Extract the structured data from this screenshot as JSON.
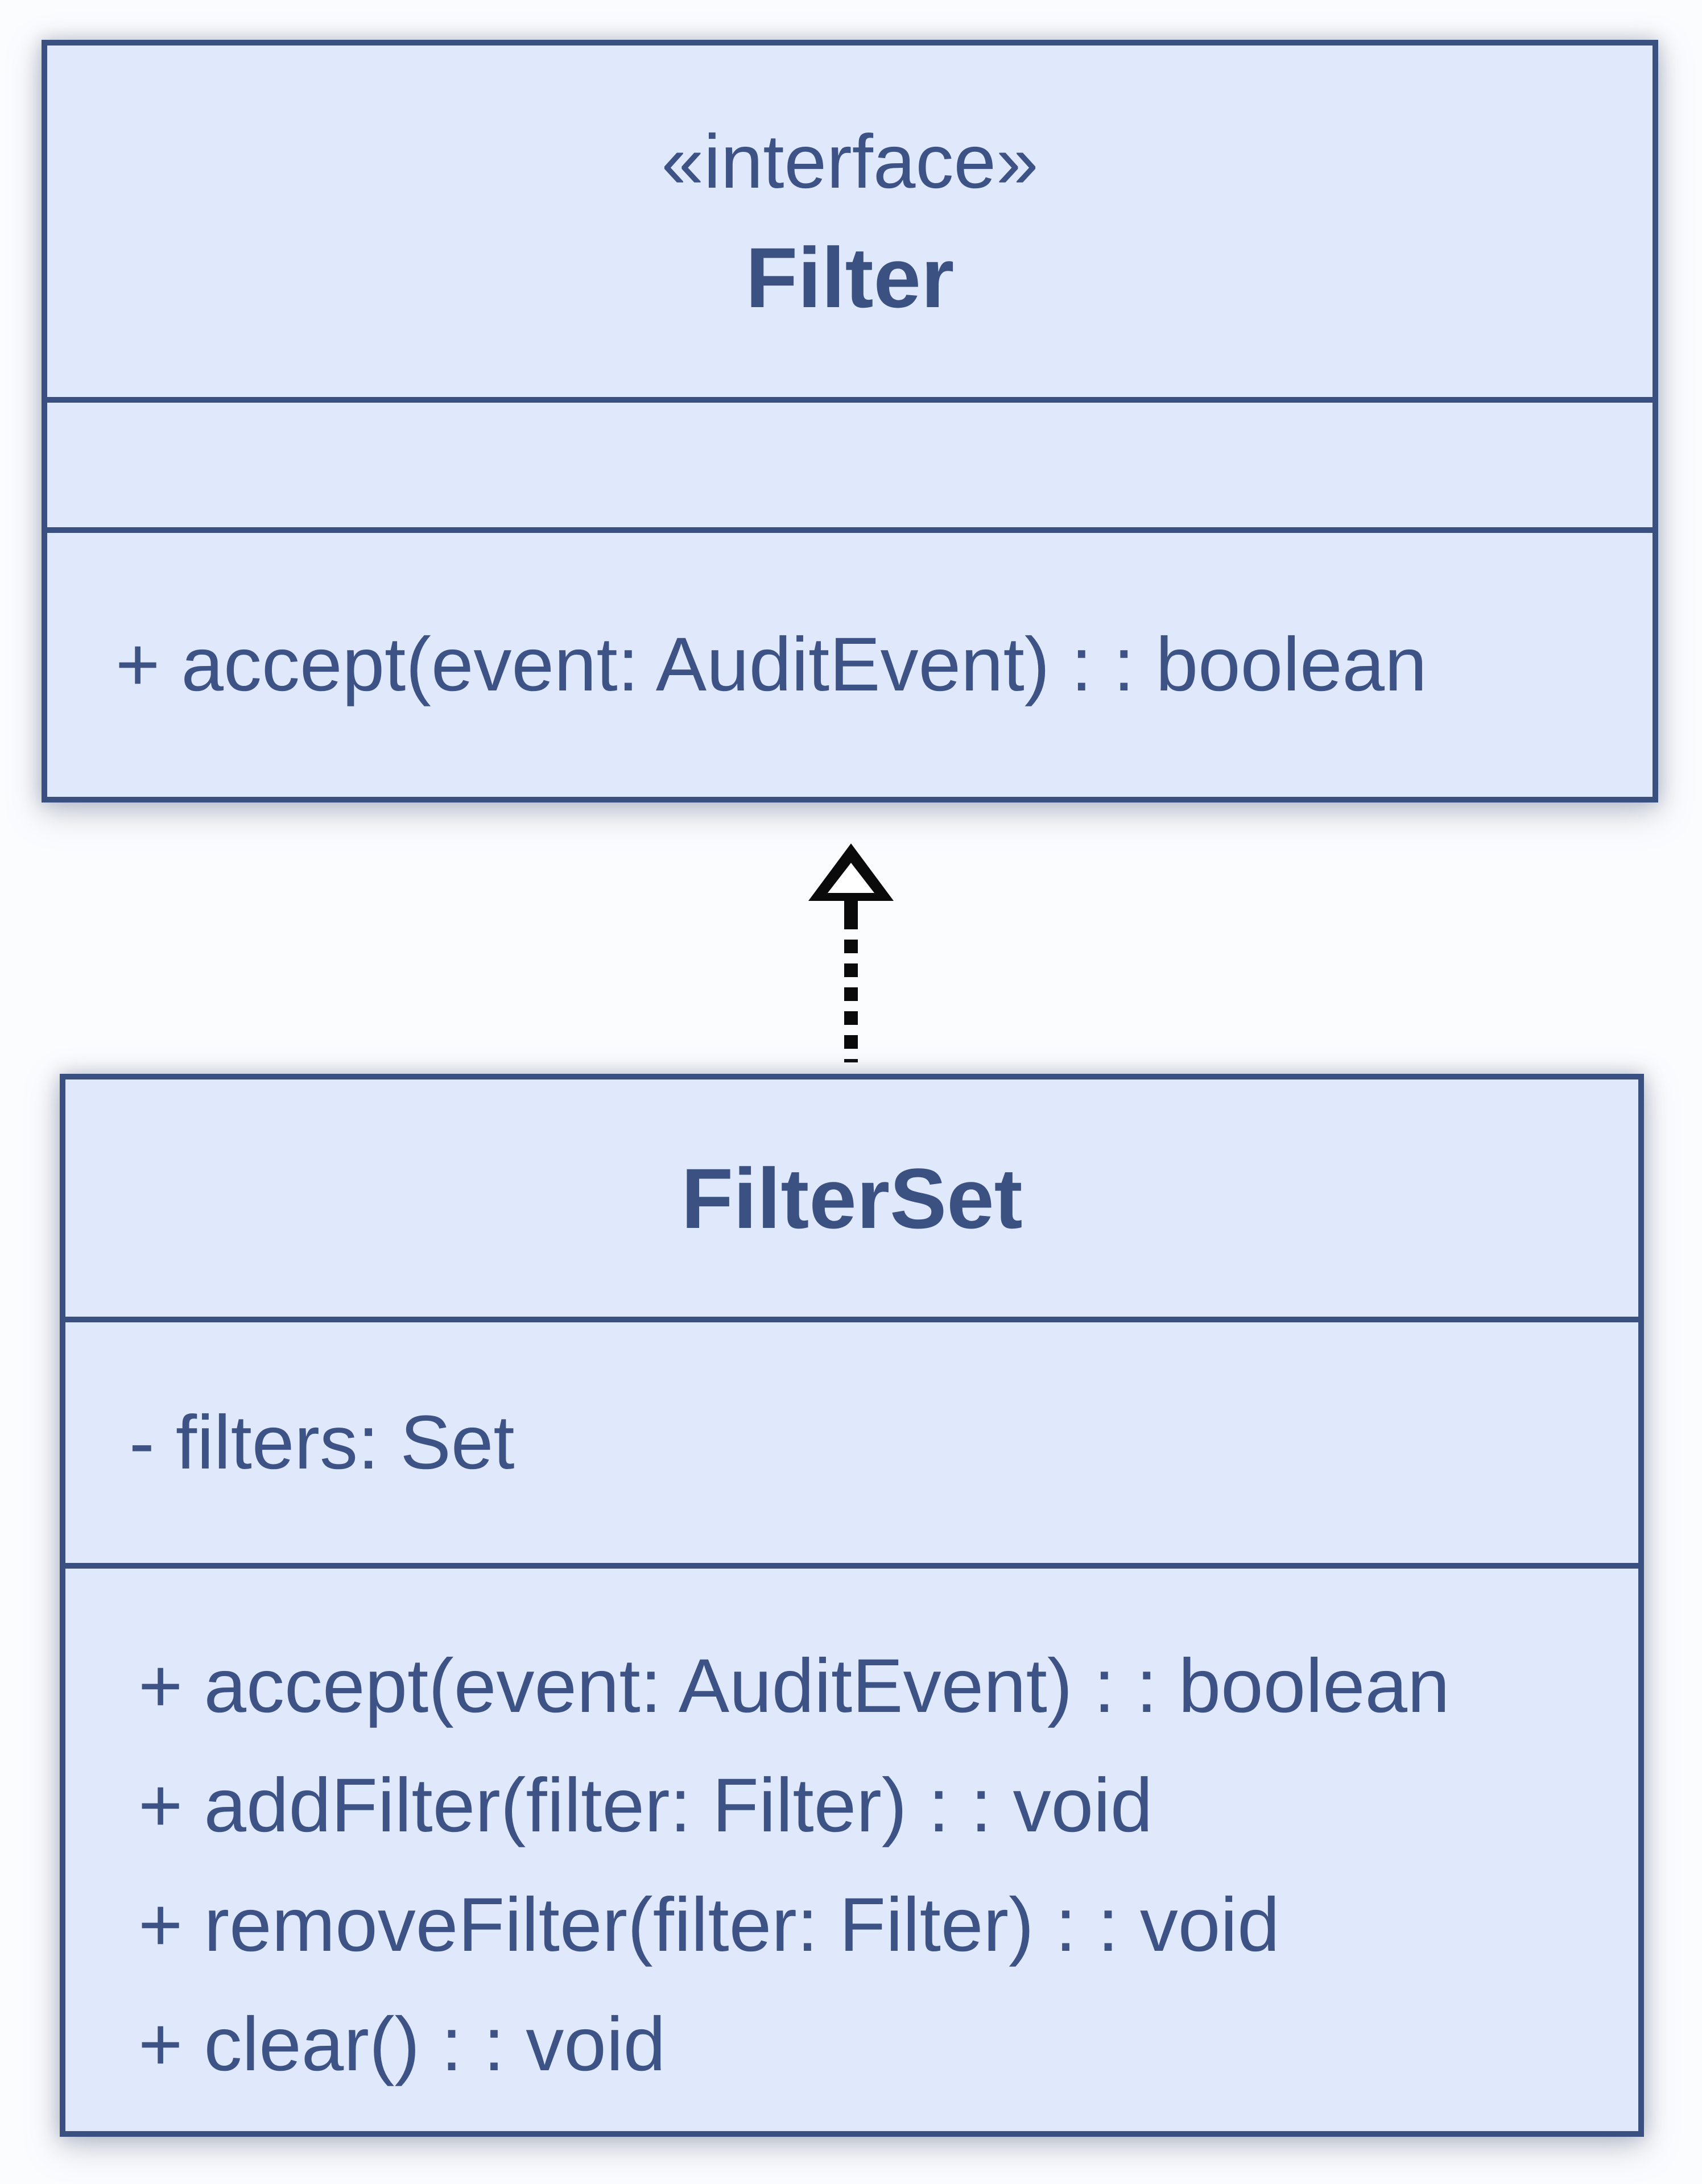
{
  "diagram": {
    "type": "uml-class-diagram",
    "interface_class": {
      "stereotype": "«interface»",
      "name": "Filter",
      "attributes": [],
      "methods": [
        "+ accept(event: AuditEvent) : : boolean"
      ]
    },
    "implementation_class": {
      "name": "FilterSet",
      "attributes": [
        "- filters: Set"
      ],
      "methods": [
        "+ accept(event: AuditEvent) : : boolean",
        "+ addFilter(filter: Filter) : : void",
        "+ removeFilter(filter: Filter) : : void",
        "+ clear() : : void"
      ]
    },
    "relationship": {
      "type": "realization",
      "from": "FilterSet",
      "to": "Filter",
      "line_style": "dashed",
      "arrowhead": "hollow-triangle"
    }
  },
  "colors": {
    "box_fill": "#e0e8fb",
    "box_border": "#3a5080",
    "text": "#3d5385",
    "arrow": "#0a0a0a",
    "page_background": "#fbfcfe"
  }
}
